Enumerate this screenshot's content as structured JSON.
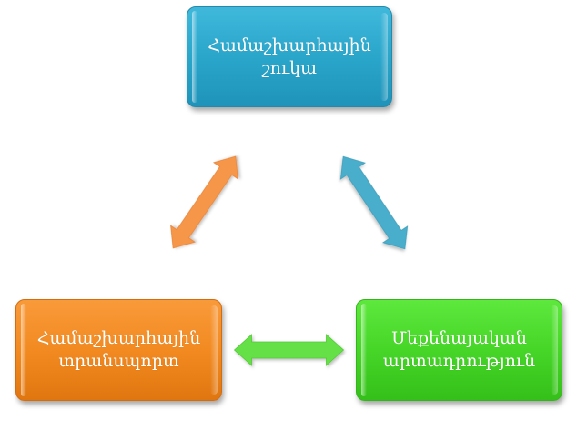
{
  "diagram": {
    "type": "cycle-triangle",
    "nodes": [
      {
        "id": "top",
        "line1": "Համաշխարհային",
        "line2": "շուկա",
        "color": "#2aa6cb"
      },
      {
        "id": "left",
        "line1": "Համաշխարհային",
        "line2": "տրանսպորտ",
        "color": "#f28a21"
      },
      {
        "id": "right",
        "line1": "Մեքենայական",
        "line2": "արտադրություն",
        "color": "#46d628"
      }
    ],
    "edges": [
      {
        "from": "left",
        "to": "top",
        "style": "double-arrow",
        "color": "#f5964a"
      },
      {
        "from": "top",
        "to": "right",
        "style": "double-arrow",
        "color": "#4aaecb"
      },
      {
        "from": "left",
        "to": "right",
        "style": "double-arrow",
        "color": "#66e047"
      }
    ]
  }
}
